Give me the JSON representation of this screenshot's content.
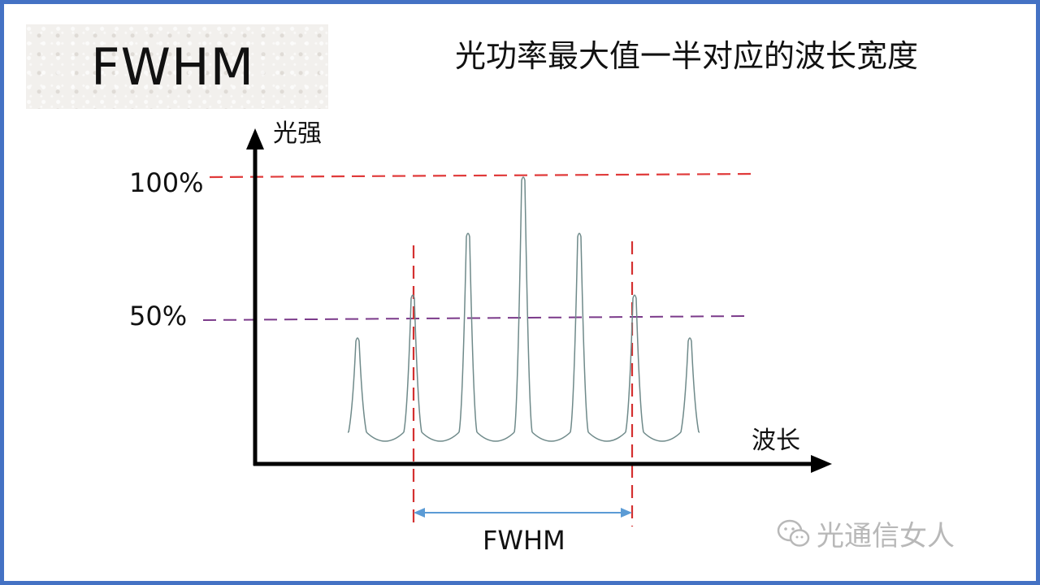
{
  "header": {
    "title": "FWHM",
    "subtitle": "光功率最大值一半对应的波长宽度"
  },
  "diagram": {
    "y_axis_label": "光强",
    "x_axis_label": "波长",
    "level_100_label": "100%",
    "level_50_label": "50%",
    "span_label": "FWHM",
    "peaks": [
      0.4,
      0.56,
      0.79,
      1.0,
      0.79,
      0.56,
      0.4
    ],
    "colors": {
      "axis": "#000000",
      "spectrum": "#6f8a8a",
      "line_100": "#e03a3a",
      "line_50": "#7b3a8a",
      "fwhm_bounds": "#d43030",
      "fwhm_arrow": "#5b9bd5"
    }
  },
  "watermark": {
    "text": "光通信女人",
    "icon": "wechat-icon"
  }
}
